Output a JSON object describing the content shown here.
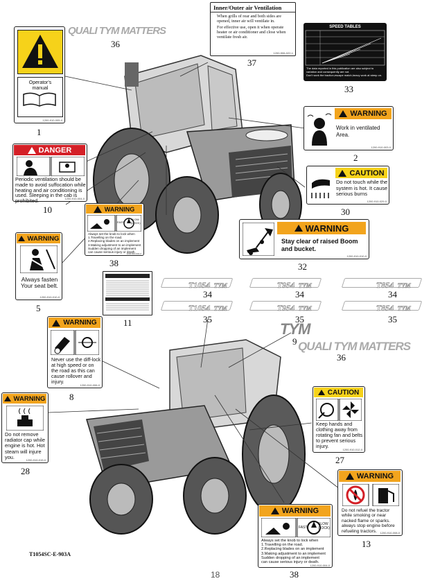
{
  "labels": {
    "d1": {
      "number": "1",
      "text": "Operator's manual",
      "code": "1200-910-005-0"
    },
    "d2": {
      "number": "2",
      "header": "WARNING",
      "text": "Work in ventilated Area.",
      "code": "1200-910-003-0"
    },
    "d5": {
      "number": "5",
      "header": "WARNING",
      "text": "Always fasten Your seat belt.",
      "code": "1200-910-010-0"
    },
    "d8": {
      "number": "8",
      "header": "WARNING",
      "text": "Never use the diff-lock at high speed or on the road as this can cause rollover and injury.",
      "code": "1200-910-006-0"
    },
    "d10": {
      "number": "10",
      "header": "DANGER",
      "text": "Periodic ventilation should be made to avoid suffocation while heating and air conditioning is used. Sleeping in the cab is prohibited.",
      "code": "1200-910-004-0"
    },
    "d11": {
      "number": "11"
    },
    "d13": {
      "number": "13",
      "header": "WARNING",
      "text": "Do not refuel the tractor while smoking or near nacked flame or sparks. always stop engine before refueling tractors.",
      "code": "1200-910-008-0"
    },
    "d27": {
      "number": "27",
      "header": "CAUTION",
      "text": "Keep hands and clothing away from rotating fan and belts to prevent serious injury.",
      "code": "1200-910-012-0"
    },
    "d28": {
      "number": "28",
      "header": "WARNING",
      "text": "Do not remove radiator cap while engine is hot. Hot steam will injure you.",
      "code": "1200-910-019-0"
    },
    "d30": {
      "number": "30",
      "header": "CAUTION",
      "text": "Do not touch while the system is hot. It cause serious burns",
      "code": "1200-910-029-0"
    },
    "d32": {
      "number": "32",
      "header": "WARNING",
      "text": "Stay clear of raised Boom and bucket.",
      "code": "1200-910-010-0"
    },
    "d33": {
      "number": "33",
      "header": "SPEED TABLES",
      "note1": "The data reported in this publication are also subject to variation and consequently are not.",
      "note2": "Don't work the traction,escape match,heavy work at steep on."
    },
    "d36a": {
      "number": "36",
      "brand": "QUALI TYM MATTERS"
    },
    "d36b": {
      "number": "36",
      "brand": "QUALI TYM MATTERS"
    },
    "d37": {
      "number": "37",
      "title": "Inner/Outer air Ventilation",
      "bullet1": "When grills of rear and both sides are opened, inner air will ventilate in.",
      "bullet2": "For effective use, open it when operate heater or air conditioner and close when ventilate fresh air.",
      "code": "1200-906-022-1"
    },
    "d38a": {
      "number": "38",
      "header": "WARNING",
      "fast": "FAST",
      "slow": "SLOW (LOCK)",
      "lines": [
        "Always set the knob to lock when",
        "1.Travelling on the road.",
        "2.Replacing blades on an implement",
        "3.Making adjustment to an implement",
        "Sudden dropping of an implement",
        "can cause serious injury or death."
      ],
      "code": "1200-910-004-0"
    },
    "d38b": {
      "number": "38",
      "header": "WARNING",
      "fast": "FAST",
      "slow": "SLOW (LOCK)",
      "lines": [
        "Always set the knob to lock when",
        "1.Travelling on the road.",
        "2.Replacing blades on an implement",
        "3.Making adjustment to an implement",
        "Sudden dropping of an implement",
        "can cause serious injury or death."
      ],
      "code": "1200-910-004-0"
    },
    "d9": {
      "number": "9",
      "brand": "TYM"
    },
    "stripes": {
      "row1": [
        {
          "model": "T1054",
          "num": "34"
        },
        {
          "model": "T954",
          "num": "34"
        },
        {
          "model": "T854",
          "num": "34"
        }
      ],
      "row2": [
        {
          "model": "T1054",
          "num": "35"
        },
        {
          "model": "T954",
          "num": "35"
        },
        {
          "model": "T854",
          "num": "35"
        }
      ],
      "brand": "TYM"
    },
    "d35": {
      "number": "35"
    }
  },
  "footer": {
    "code": "T1054SC-E-903A",
    "page": "18"
  },
  "colors": {
    "warning": "#f2a41d",
    "caution": "#f6d21a",
    "danger": "#d42027"
  }
}
